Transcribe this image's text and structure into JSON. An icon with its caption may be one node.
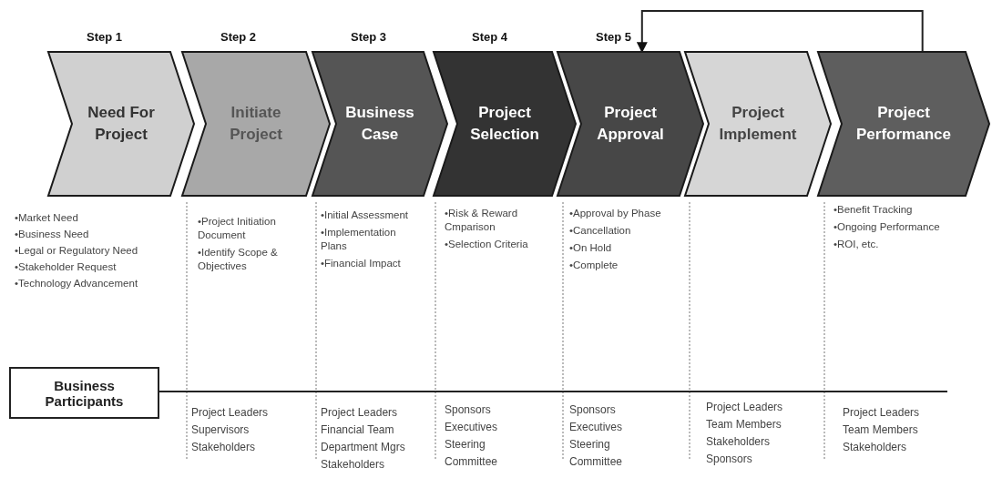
{
  "diagram": {
    "nodes": [
      {
        "text": [
          "Need For Project"
        ],
        "beside": [
          "Step 1"
        ]
      },
      {
        "text": [
          "Initiate Project"
        ],
        "beside": [
          "Step 2"
        ]
      },
      {
        "text": [
          "Business Case"
        ],
        "beside": [
          "Step 3"
        ]
      },
      {
        "text": [
          "Project Selection"
        ],
        "beside": [
          "Step 4"
        ]
      },
      {
        "text": [
          "Project Approval"
        ],
        "beside": [
          "Step 5"
        ]
      },
      {
        "text": [
          "Project Implement"
        ]
      },
      {
        "text": [
          "Project Performance"
        ]
      },
      {
        "text": [
          "Business Participants"
        ]
      }
    ],
    "edges": [
      {
        "from": 6,
        "to": 4,
        "arrow": "to"
      }
    ],
    "labels": [
      "•Market Need",
      "•Business Need",
      "•Legal or Regulatory Need",
      "•Stakeholder Request",
      "•Technology Advancement",
      "•Project Initiation Document",
      "•Identify Scope & Objectives",
      "•Initial Assessment",
      "•Implementation Plans",
      "•Financial Impact",
      "•Risk & Reward Cmparison",
      "•Selection Criteria",
      "•Approval by Phase",
      "•Cancellation",
      "•On Hold",
      "•Complete",
      "•Benefit Tracking",
      "•Ongoing Performance",
      "•ROI, etc.",
      "Project Leaders",
      "Supervisors",
      "Stakeholders",
      "Project Leaders",
      "Financial Team",
      "Department Mgrs",
      "Stakeholders",
      "Sponsors",
      "Executives",
      "Steering Committee",
      "Sponsors",
      "Executives",
      "Steering Committee",
      "Project Leaders",
      "Team Members",
      "Stakeholders",
      "Sponsors",
      "Project Leaders",
      "Team Members",
      "Stakeholders"
    ]
  }
}
